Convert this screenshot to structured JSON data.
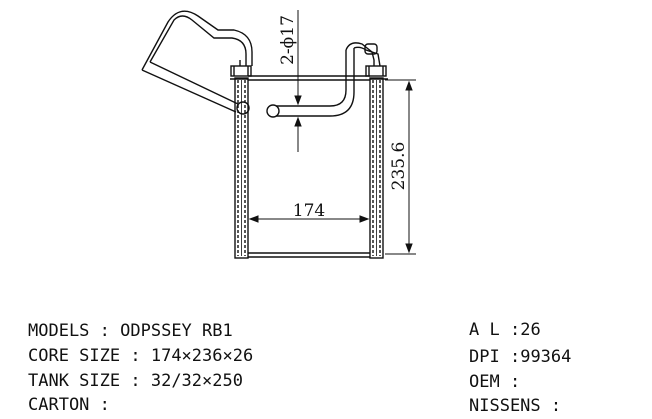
{
  "drawing": {
    "dim_width": "174",
    "dim_height": "235.6",
    "dim_pipe": "2-ϕ17"
  },
  "specs": {
    "models": {
      "label": "MODELS",
      "sep": " : ",
      "value": "ODPSSEY RB1"
    },
    "core_size": {
      "label": "CORE SIZE",
      "sep": " : ",
      "value": "174×236×26"
    },
    "tank_size": {
      "label": "TANK SIZE",
      "sep": " : ",
      "value": "32/32×250"
    },
    "carton": {
      "label": "CARTON",
      "sep": " : ",
      "value": ""
    },
    "al": {
      "label": "A L",
      "sep": " :",
      "value": "26"
    },
    "dpi": {
      "label": "DPI",
      "sep": " :",
      "value": "99364"
    },
    "oem": {
      "label": "OEM",
      "sep": " :",
      "value": ""
    },
    "nissens": {
      "label": "NISSENS",
      "sep": " :",
      "value": ""
    }
  }
}
